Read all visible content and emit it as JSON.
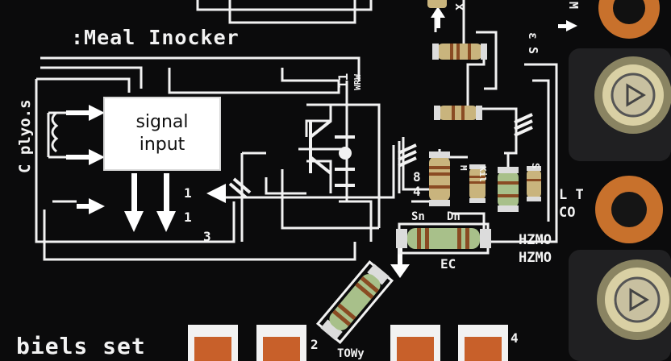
{
  "silkscreen": {
    "title": ":Meal Inocker",
    "signal_line1": "signal",
    "signal_line2": "input",
    "side_label": "C plyo.s",
    "bottom_label": "biels set",
    "pin_1a": "1",
    "pin_1b": "1",
    "pin_3": "3",
    "pin_11": "11",
    "ref_84a": "8",
    "ref_84b": "4",
    "sn": "Sn",
    "dn": "Dn",
    "ec": "EC",
    "lt": "L T",
    "co": "CO",
    "hzmo1": "HZMO",
    "hzmo2": "HZMO",
    "pad_2": "2",
    "pad_4": "4",
    "towy": "TOWy",
    "top_right": "ε S",
    "m_label": "M",
    "x_label": "x",
    "wrw": "WRW",
    "s_label": "S",
    "mn_label": "M",
    "mn2_label": "Kil"
  },
  "colors": {
    "board": "#0b0b0c",
    "silkscreen": "#f2f2f2",
    "copper": "#c8712c",
    "resistor_body": "#c9b47d",
    "resistor_green": "#a8c08a"
  }
}
